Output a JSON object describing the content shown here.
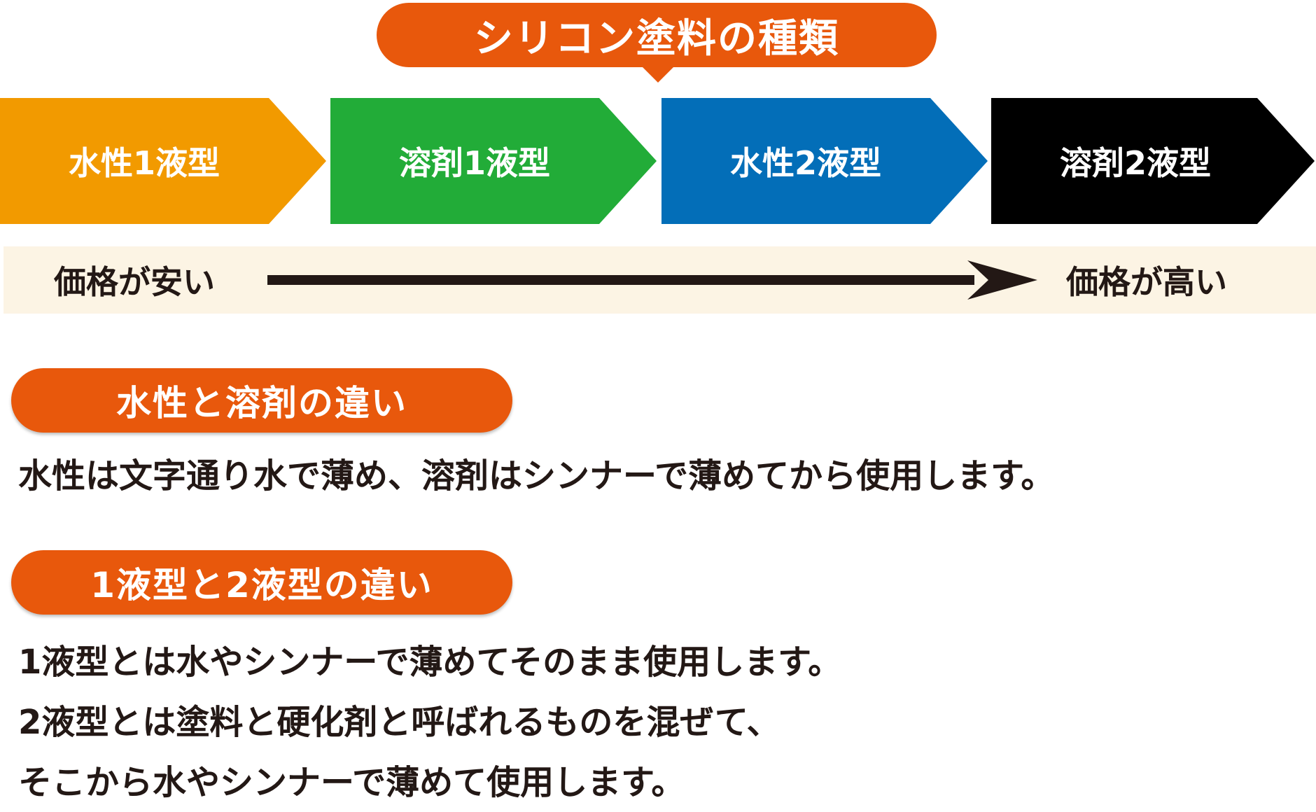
{
  "title": "シリコン塗料の種類",
  "colors": {
    "accent_orange": "#e8580c",
    "step_water1": "#f29a00",
    "step_solvent1": "#22ac38",
    "step_water2": "#036eb8",
    "step_solvent2": "#000000",
    "price_band": "#fcf4e4",
    "price_arrow": "#231815"
  },
  "steps": [
    {
      "label": "水性1液型",
      "color": "#f29a00"
    },
    {
      "label": "溶剤1液型",
      "color": "#22ac38"
    },
    {
      "label": "水性2液型",
      "color": "#036eb8"
    },
    {
      "label": "溶剤2液型",
      "color": "#000000"
    }
  ],
  "price": {
    "low_label": "価格が安い",
    "high_label": "価格が高い"
  },
  "sections": [
    {
      "heading": "水性と溶剤の違い",
      "lines": [
        "水性は文字通り水で薄め、溶剤はシンナーで薄めてから使用します。"
      ]
    },
    {
      "heading": "1液型と2液型の違い",
      "lines": [
        "1液型とは水やシンナーで薄めてそのまま使用します。",
        "2液型とは塗料と硬化剤と呼ばれるものを混ぜて、",
        "そこから水やシンナーで薄めて使用します。"
      ]
    }
  ]
}
